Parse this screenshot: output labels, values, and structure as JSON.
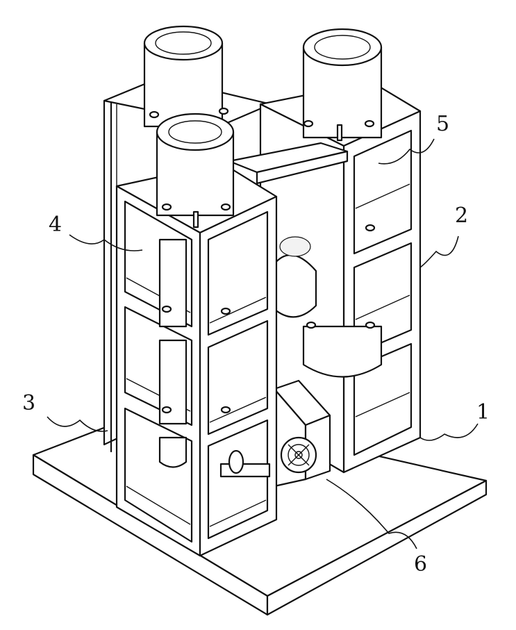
{
  "figure": {
    "callouts": [
      {
        "id": "label-1",
        "text": "1"
      },
      {
        "id": "label-2",
        "text": "2"
      },
      {
        "id": "label-3",
        "text": "3"
      },
      {
        "id": "label-4",
        "text": "4"
      },
      {
        "id": "label-5",
        "text": "5"
      },
      {
        "id": "label-6",
        "text": "6"
      }
    ]
  }
}
